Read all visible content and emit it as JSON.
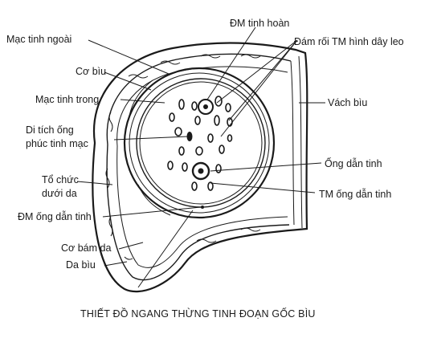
{
  "labels": {
    "dm_tinh_hoan": "ĐM tinh hoàn",
    "dam_roi": "Đám rối TM hình dây leo",
    "mac_tinh_ngoai": "Mạc tinh ngoài",
    "co_biu": "Cơ bìu",
    "mac_tinh_trong": "Mạc tinh trong",
    "vach_biu": "Vách bìu",
    "di_tich_1": "Di tích ống",
    "di_tich_2": "phúc tinh mạc",
    "ong_dan_tinh": "Ống dẫn tinh",
    "to_chuc_1": "Tổ chức",
    "to_chuc_2": "dưới da",
    "tm_ong_dan_tinh": "TM ống dẫn tinh",
    "dm_ong_dan_tinh": "ĐM ống dẫn tinh",
    "co_bam_da": "Cơ bám da",
    "da_biu": "Da bìu"
  },
  "caption": "THIẾT ĐỒ NGANG THỪNG TINH ĐOẠN GỐC BÌU"
}
